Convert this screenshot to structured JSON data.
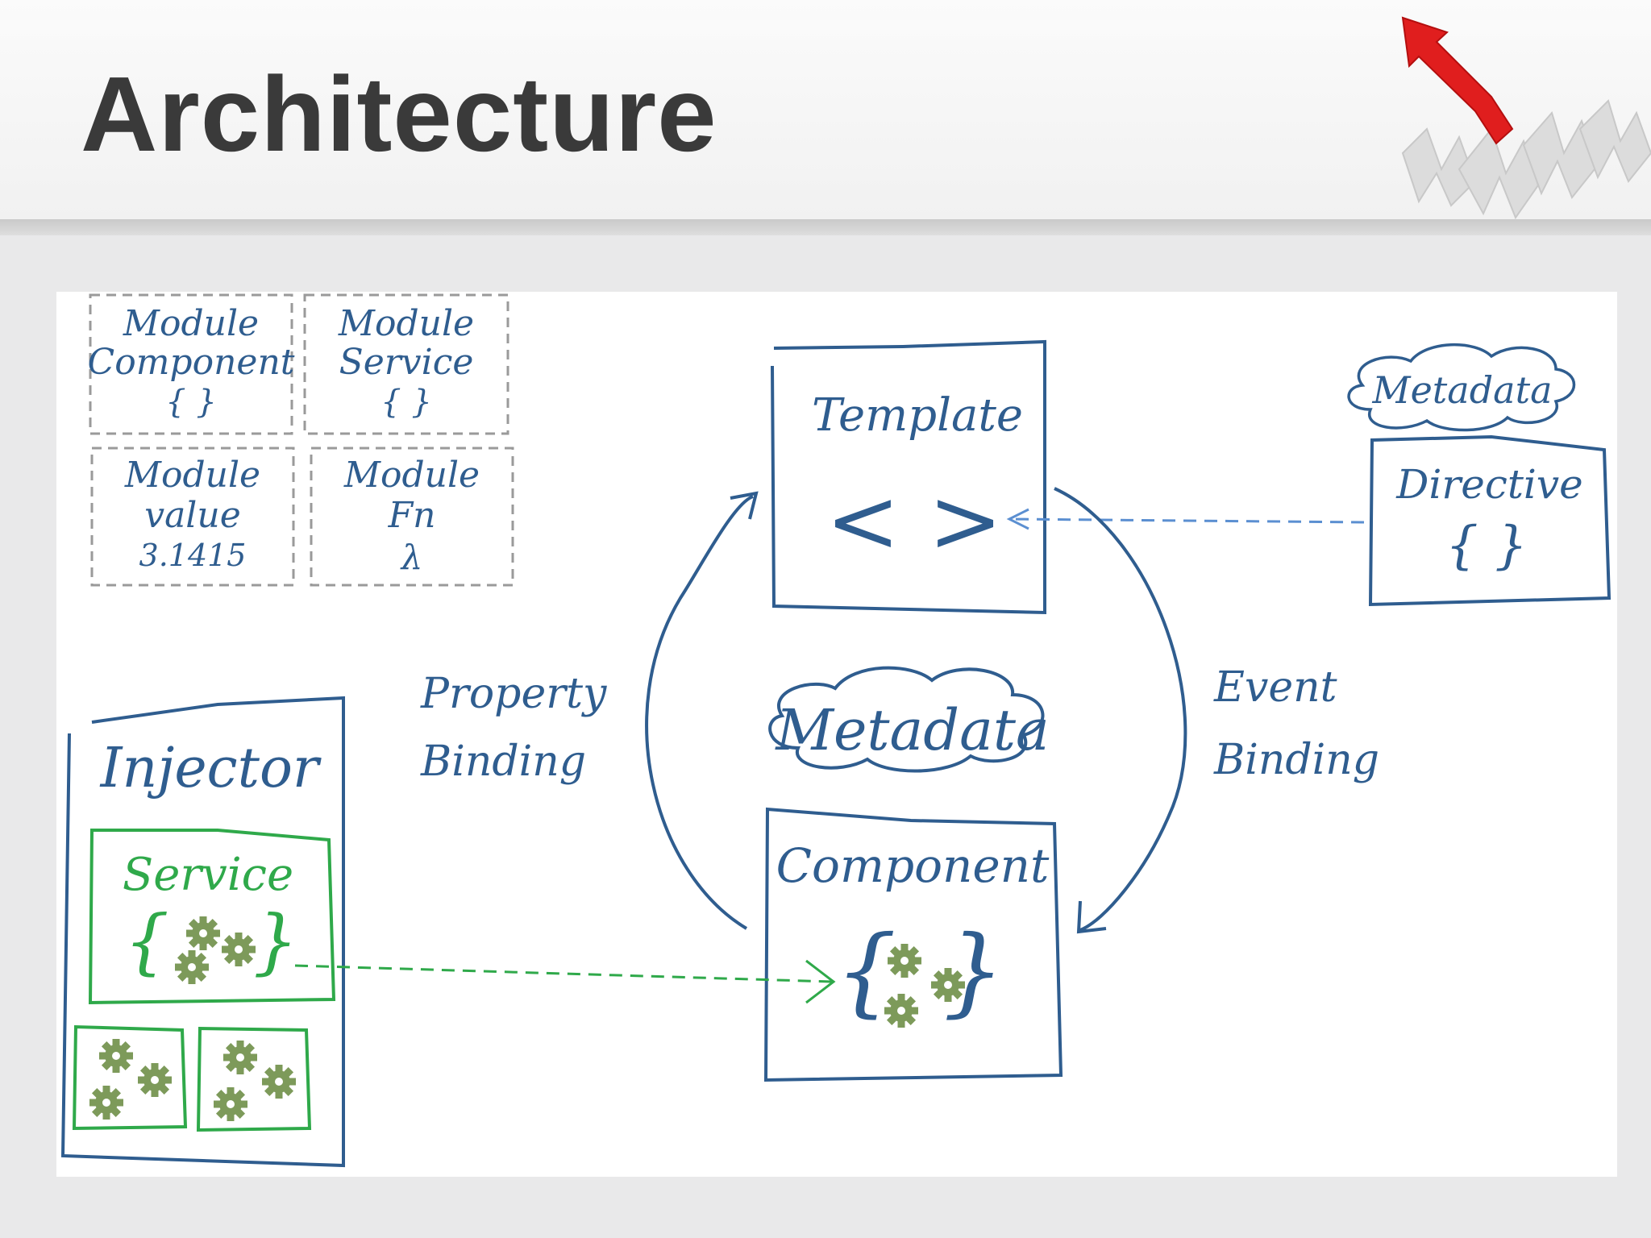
{
  "slide": {
    "title": "Architecture"
  },
  "modules": [
    {
      "line1": "Module",
      "line2": "Component",
      "line3": "{ }"
    },
    {
      "line1": "Module",
      "line2": "Service",
      "line3": "{ }"
    },
    {
      "line1": "Module",
      "line2": "value",
      "line3": "3.1415"
    },
    {
      "line1": "Module",
      "line2": "Fn",
      "line3": "λ"
    }
  ],
  "template": {
    "label": "Template",
    "symbol": "< >"
  },
  "directive": {
    "label": "Directive",
    "symbol": "{ }",
    "metadata": "Metadata"
  },
  "center_metadata": "Metadata",
  "property_binding": {
    "line1": "Property",
    "line2": "Binding"
  },
  "event_binding": {
    "line1": "Event",
    "line2": "Binding"
  },
  "component": {
    "label": "Component",
    "brace_open": "{",
    "brace_close": "}"
  },
  "injector": {
    "label": "Injector"
  },
  "service": {
    "label": "Service",
    "brace_open": "{",
    "brace_close": "}"
  },
  "colors": {
    "ink": "#2f5d8f",
    "service_green": "#2fa94a",
    "gear": "#7d9a5a",
    "arrow_red": "#e01e1e"
  }
}
